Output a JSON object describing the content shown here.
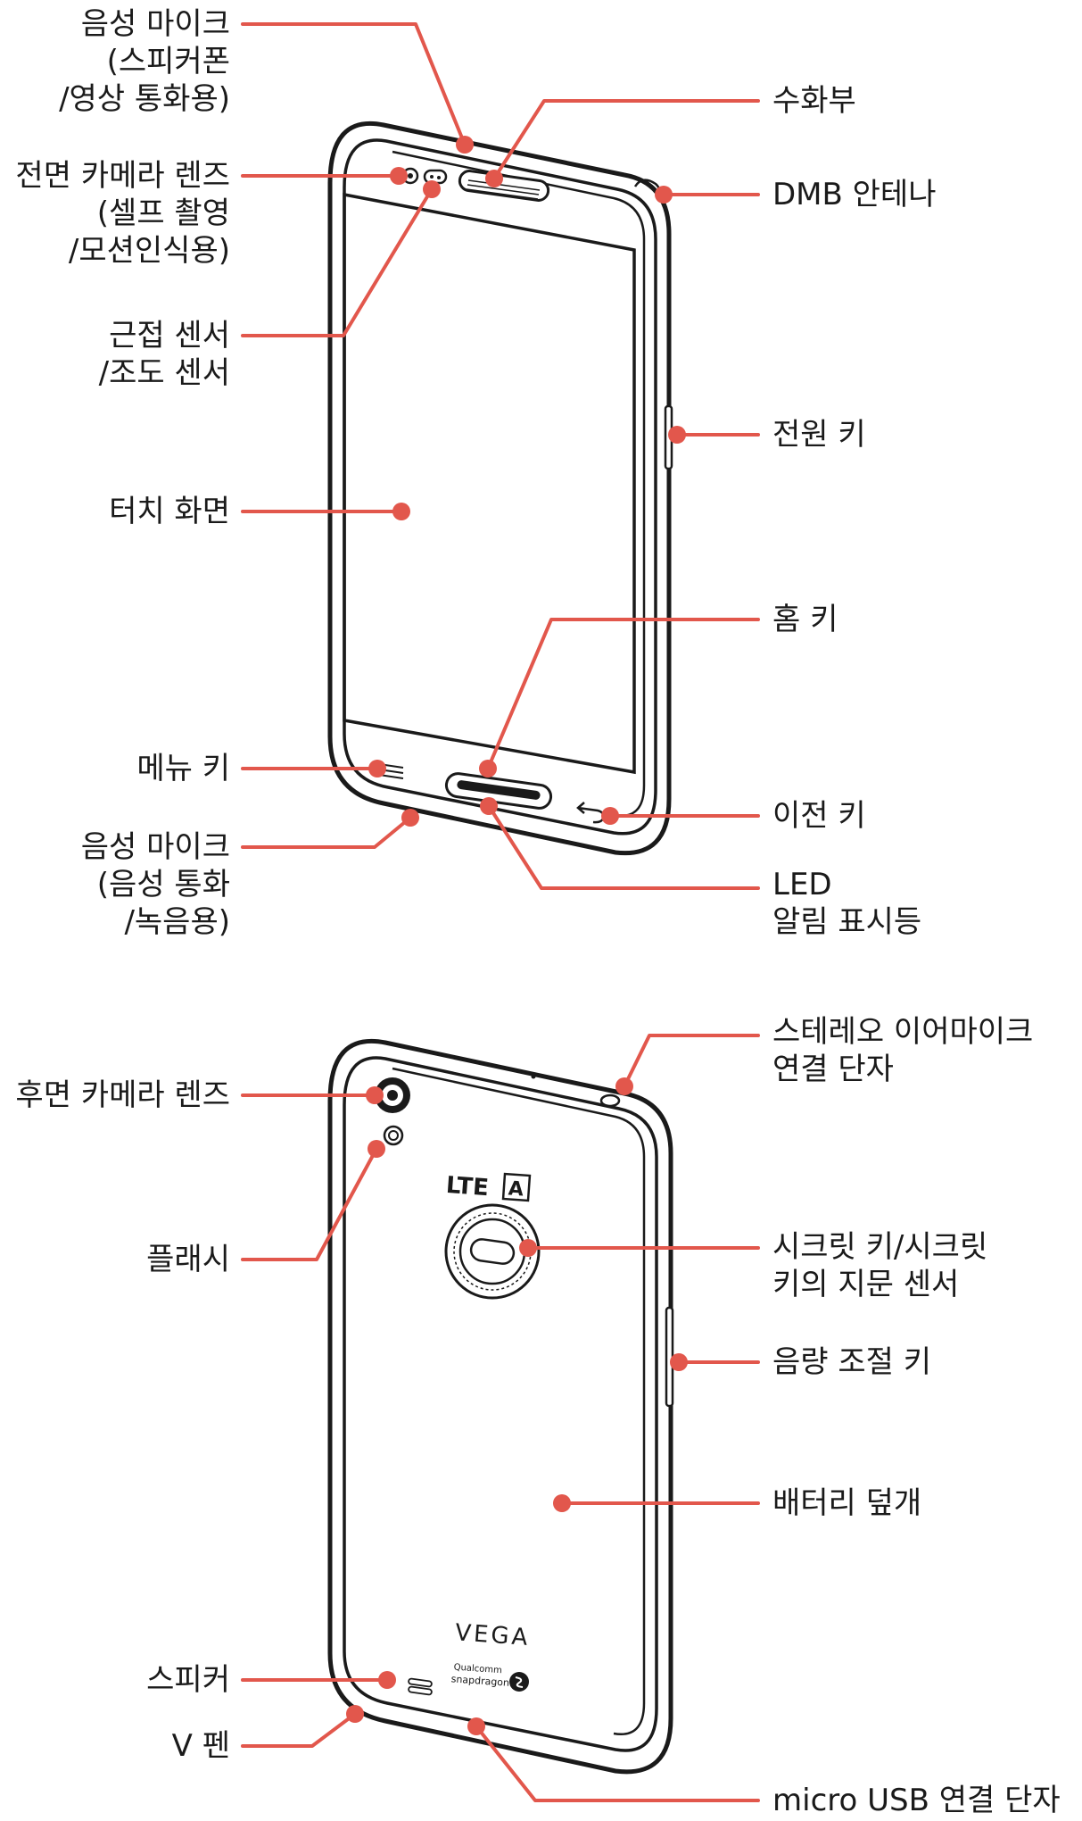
{
  "front": {
    "labels": {
      "mic_top": "음성 마이크\n(스피커폰\n/영상 통화용)",
      "front_camera": "전면 카메라 렌즈\n(셀프 촬영\n/모션인식용)",
      "proximity": "근접 센서\n/조도 센서",
      "touch": "터치 화면",
      "menu": "메뉴 키",
      "mic_bottom": "음성 마이크\n(음성 통화\n/녹음용)",
      "receiver": "수화부",
      "dmb": "DMB 안테나",
      "power": "전원 키",
      "home": "홈 키",
      "back": "이전 키",
      "led": "LED\n알림 표시등"
    }
  },
  "back": {
    "labels": {
      "rear_camera": "후면 카메라 렌즈",
      "flash": "플래시",
      "speaker": "스피커",
      "vpen": "V 펜",
      "earjack": "스테레오 이어마이크\n연결 단자",
      "secret_key": "시크릿 키/시크릿\n키의 지문 센서",
      "volume": "음량 조절 키",
      "battery": "배터리 덮개",
      "usb": "micro USB 연결 단자"
    },
    "brand": {
      "lte": "LTE",
      "lte_badge": "A",
      "vega": "VEGA",
      "chip_line1": "Qualcomm",
      "chip_line2": "snapdragon"
    }
  },
  "colors": {
    "accent": "#e2574c",
    "outline": "#1a1a1a"
  }
}
